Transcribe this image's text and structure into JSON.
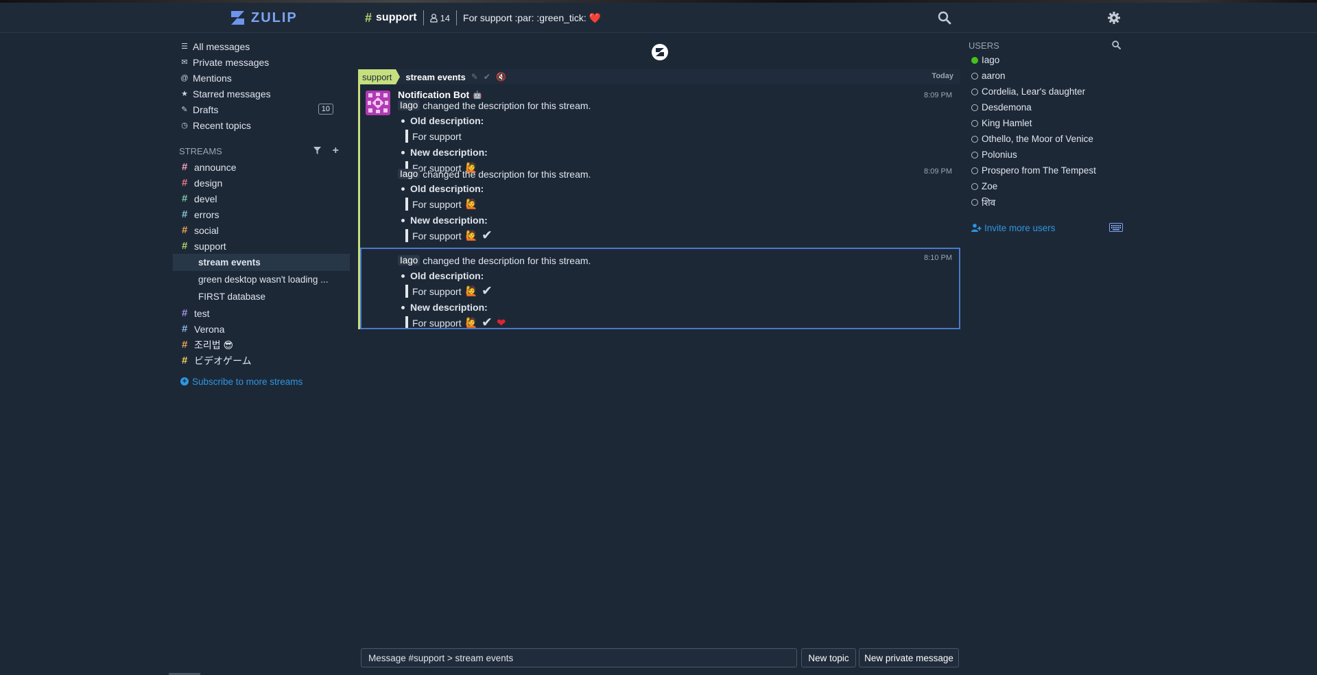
{
  "header": {
    "logo_text": "ZULIP",
    "stream_name": "support",
    "subscriber_count": "14",
    "stream_description": "For support :par: :green_tick: ❤️"
  },
  "left_sidebar": {
    "nav": [
      {
        "label": "All messages",
        "icon": "all-messages-icon"
      },
      {
        "label": "Private messages",
        "icon": "envelope-icon"
      },
      {
        "label": "Mentions",
        "icon": "at-icon"
      },
      {
        "label": "Starred messages",
        "icon": "star-icon"
      },
      {
        "label": "Drafts",
        "icon": "pencil-icon",
        "badge": "10"
      },
      {
        "label": "Recent topics",
        "icon": "clock-icon"
      }
    ],
    "streams_header": "STREAMS",
    "streams": [
      {
        "name": "announce",
        "color": "#f7a3c0"
      },
      {
        "name": "design",
        "color": "#e47a8a"
      },
      {
        "name": "devel",
        "color": "#7ec6a0"
      },
      {
        "name": "errors",
        "color": "#88c3d9"
      },
      {
        "name": "social",
        "color": "#e9a74f"
      },
      {
        "name": "support",
        "color": "#b4d36c"
      }
    ],
    "topics": [
      {
        "name": "stream events",
        "active": true
      },
      {
        "name": "green desktop wasn't loading ..."
      },
      {
        "name": "FIRST database"
      }
    ],
    "streams_after": [
      {
        "name": "test",
        "color": "#a98ee8"
      },
      {
        "name": "Verona",
        "color": "#8cb8e8"
      },
      {
        "name": "조리법 😎",
        "color": "#e9a74f"
      },
      {
        "name": "ビデオゲーム",
        "color": "#f0d264"
      }
    ],
    "subscribe_more": "Subscribe to more streams"
  },
  "recipient_bar": {
    "stream": "support",
    "topic": "stream events",
    "date": "Today"
  },
  "messages": [
    {
      "sender": "Notification Bot",
      "time": "8:09 PM",
      "mention": "Iago",
      "action": "changed the description for this stream.",
      "old_label": "Old description:",
      "old_text": "For support",
      "new_label": "New description:",
      "new_text": "For support"
    },
    {
      "time": "8:09 PM",
      "mention": "Iago",
      "action": "changed the description for this stream.",
      "old_label": "Old description:",
      "old_text": "For support",
      "new_label": "New description:",
      "new_text": "For support"
    },
    {
      "time": "8:10 PM",
      "mention": "Iago",
      "action": "changed the description for this stream.",
      "old_label": "Old description:",
      "old_text": "For support",
      "new_label": "New description:",
      "new_text": "For support"
    }
  ],
  "emoji": {
    "person": "🙋",
    "tick": "✔",
    "heart": "❤"
  },
  "right_sidebar": {
    "users_header": "USERS",
    "users": [
      {
        "name": "Iago",
        "active": true
      },
      {
        "name": "aaron"
      },
      {
        "name": "Cordelia, Lear's daughter"
      },
      {
        "name": "Desdemona"
      },
      {
        "name": "King Hamlet"
      },
      {
        "name": "Othello, the Moor of Venice"
      },
      {
        "name": "Polonius"
      },
      {
        "name": "Prospero from The Tempest"
      },
      {
        "name": "Zoe"
      },
      {
        "name": "शिव"
      }
    ],
    "invite": "Invite more users"
  },
  "compose": {
    "placeholder": "Message #support > stream events",
    "new_topic": "New topic",
    "new_pm": "New private message"
  },
  "colors": {
    "background": "#1d2837",
    "accent": "#2e96e0",
    "stream_support": "#c6df7e",
    "selected_outline": "#4a7ac9",
    "active_user": "#44c21d"
  }
}
